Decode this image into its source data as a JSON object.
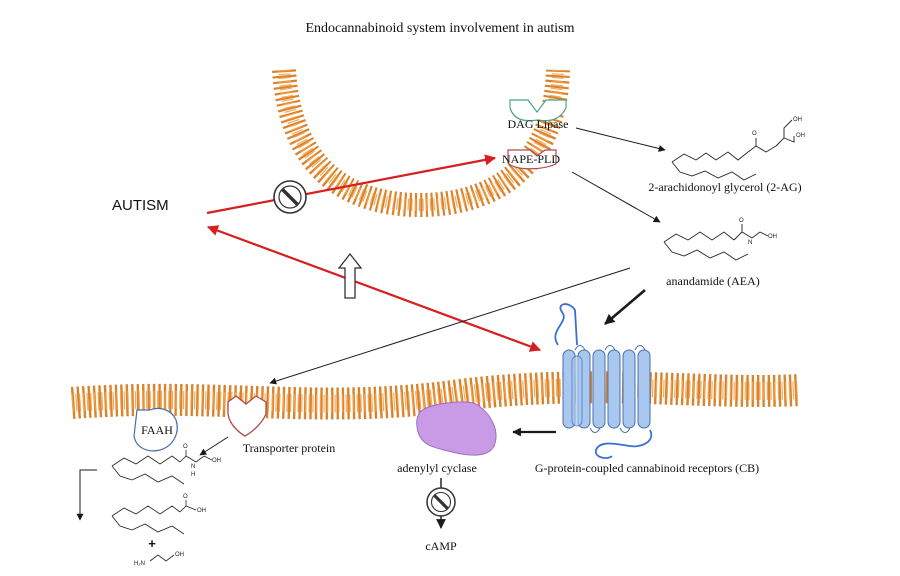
{
  "title": "Endocannabinoid system involvement in autism",
  "labels": {
    "autism": "AUTISM",
    "dag_lipase": "DAG Lipase",
    "nape_pld": "NAPE-PLD",
    "two_ag": "2-arachidonoyl glycerol (2-AG)",
    "aea": "anandamide (AEA)",
    "faah": "FAAH",
    "transporter": "Transporter protein",
    "adenylyl_cyclase": "adenylyl cyclase",
    "cb_receptors": "G-protein-coupled cannabinoid receptors (CB)",
    "camp": "cAMP",
    "plus": "+"
  },
  "chem": {
    "oh": "OH",
    "o": "O",
    "n": "N",
    "h": "H",
    "h2n": "H₂N"
  },
  "colors": {
    "membrane": "#f5a24a",
    "membrane_dark": "#d97c1f",
    "receptor_fill": "#a9c8ef",
    "receptor_stroke": "#4a6fa8",
    "receptor_tail": "#3b6fd6",
    "adenylyl_cyclase": "#c99be6",
    "red_arrow": "#d81f1f",
    "enzyme_green": "#4aa58a",
    "enzyme_red": "#b04a4a",
    "black": "#1a1a1a"
  }
}
